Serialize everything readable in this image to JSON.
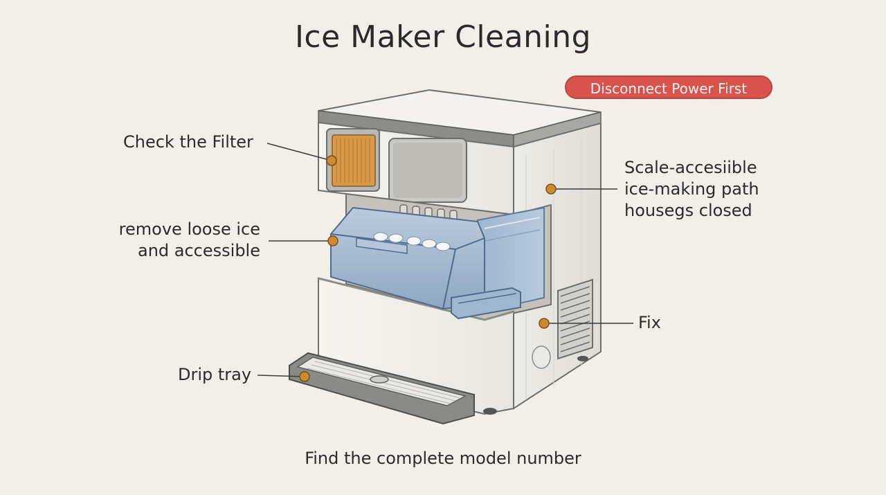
{
  "diagram": {
    "title": "Ice Maker Cleaning",
    "warning_badge": "Disconnect Power First",
    "callouts": {
      "filter": "Check the Filter",
      "loose_ice_line1": "remove loose ice",
      "loose_ice_line2": "and accessible",
      "drip_tray": "Drip tray",
      "path_line1": "Scale-accesiible",
      "path_line2": "ice-making path",
      "path_line3": "housegs closed",
      "fix": "Fix"
    },
    "footer": "Find the complete model number"
  },
  "colors": {
    "background": "#f1efe8",
    "warning": "#d9534d",
    "marker": "#d08a2e",
    "bin_blue": "#a9bdd4",
    "filter_orange": "#d89a48"
  }
}
